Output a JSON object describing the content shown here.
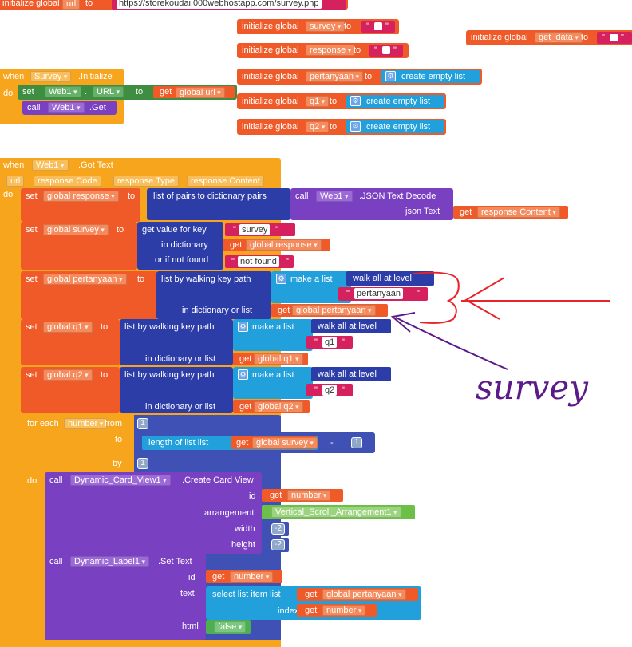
{
  "top": {
    "init_url_prefix": "initialize global",
    "url_var": "url",
    "to": "to",
    "url_value": "https://storekoudai.000webhostapp.com/survey.php"
  },
  "globals": [
    {
      "label": "initialize global",
      "name": "survey",
      "to": "to",
      "kind": "empty-string"
    },
    {
      "label": "initialize global",
      "name": "response",
      "to": "to",
      "kind": "empty-string"
    },
    {
      "label": "initialize global",
      "name": "pertanyaan",
      "to": "to",
      "kind": "list",
      "list_label": "create empty list"
    },
    {
      "label": "initialize global",
      "name": "q1",
      "to": "to",
      "kind": "list",
      "list_label": "create empty list"
    },
    {
      "label": "initialize global",
      "name": "q2",
      "to": "to",
      "kind": "list",
      "list_label": "create empty list"
    }
  ],
  "get_data": {
    "label": "initialize global",
    "name": "get_data",
    "to": "to"
  },
  "init_event": {
    "when": "when",
    "component": "Survey",
    "event": ".Initialize",
    "do": "do",
    "set": "set",
    "set_component": "Web1",
    "prop": "URL",
    "to": "to",
    "get": "get",
    "get_var": "global url",
    "call": "call",
    "call_component": "Web1",
    "call_method": ".Get"
  },
  "got_text": {
    "when": "when",
    "component": "Web1",
    "event": ".Got Text",
    "params": [
      "url",
      "response Code",
      "response Type",
      "response Content"
    ],
    "do": "do",
    "set_response": {
      "set": "set",
      "var": "global response",
      "to": "to",
      "func": "list of pairs to dictionary  pairs",
      "call": "call",
      "call_component": "Web1",
      "call_method": ".JSON Text Decode",
      "json_text": "json Text",
      "get": "get",
      "get_var": "response Content"
    },
    "set_survey": {
      "set": "set",
      "var": "global survey",
      "to": "to",
      "func": "get value for key",
      "key": "survey",
      "in_dict": "in dictionary",
      "get": "get",
      "dict_var": "global response",
      "not_found_label": "or if not found",
      "not_found": "not found"
    },
    "set_pertanyaan": {
      "set": "set",
      "var": "global pertanyaan",
      "to": "to",
      "func": "list by walking key path",
      "make_list": "make a list",
      "walk": "walk all at level",
      "key": "pertanyaan",
      "in_dict": "in dictionary or list",
      "get": "get",
      "dict_var": "global pertanyaan"
    },
    "set_q1": {
      "set": "set",
      "var": "global q1",
      "to": "to",
      "func": "list by walking key path",
      "make_list": "make a list",
      "walk": "walk all at level",
      "key": "q1",
      "in_dict": "in dictionary or list",
      "get": "get",
      "dict_var": "global q1"
    },
    "set_q2": {
      "set": "set",
      "var": "global q2",
      "to": "to",
      "func": "list by walking key path",
      "make_list": "make a list",
      "walk": "walk all at level",
      "key": "q2",
      "in_dict": "in dictionary or list",
      "get": "get",
      "dict_var": "global q2"
    },
    "for_each": {
      "label": "for each",
      "var": "number",
      "from": "from",
      "from_val": "1",
      "to": "to",
      "len_label": "length of list  list",
      "get": "get",
      "len_var": "global survey",
      "minus": "-",
      "minus_val": "1",
      "by": "by",
      "by_val": "1",
      "do": "do",
      "card": {
        "call": "call",
        "component": "Dynamic_Card_View1",
        "method": ".Create Card View",
        "id": "id",
        "get": "get",
        "id_var": "number",
        "arrangement": "arrangement",
        "arrangement_val": "Vertical_Scroll_Arrangement1",
        "width": "width",
        "width_val": "-2",
        "height": "height",
        "height_val": "-2"
      },
      "label_set": {
        "call": "call",
        "component": "Dynamic_Label1",
        "method": ".Set Text",
        "id": "id",
        "get": "get",
        "id_var": "number",
        "text": "text",
        "select": "select list item  list",
        "list_var": "global pertanyaan",
        "index": "index",
        "index_var": "number",
        "html": "html",
        "html_val": "false"
      }
    }
  },
  "annotation": {
    "handwritten": "survey"
  },
  "colors": {
    "event": "#f7a51c",
    "variable": "#f05a28",
    "component": "#7a40c2",
    "setter": "#3e8e41",
    "dict": "#2d3da8",
    "list": "#21a0db",
    "text": "#d5225e",
    "math": "#3f51b5",
    "logic": "#4caf50",
    "annotation_red": "#e8232a",
    "annotation_purple": "#5b1a8a"
  }
}
